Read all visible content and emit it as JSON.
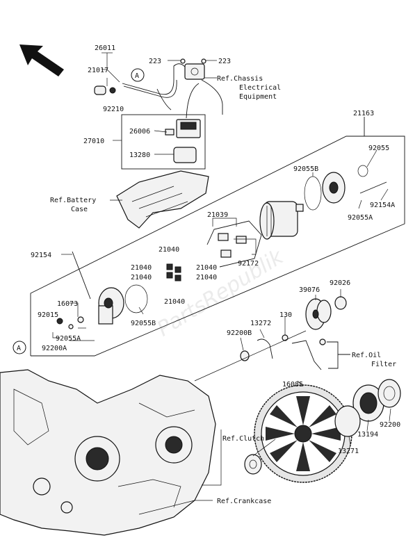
{
  "watermark": "PartsRepublik",
  "callouts": {
    "A_top": "A",
    "A_bottom": "A"
  },
  "labels": {
    "p26011": "26011",
    "p223a": "223",
    "p223b": "223",
    "p21017": "21017",
    "p92210": "92210",
    "ref_chassis_1": "Ref.Chassis",
    "ref_chassis_2": "Electrical",
    "ref_chassis_3": "Equipment",
    "p27010": "27010",
    "p26006": "26006",
    "p13280": "13280",
    "p21163": "21163",
    "p92055": "92055",
    "p92055B_top": "92055B",
    "p92154A": "92154A",
    "p92055A_right": "92055A",
    "ref_battery_1": "Ref.Battery",
    "ref_battery_2": "Case",
    "p21039": "21039",
    "p92154": "92154",
    "p21040_1": "21040",
    "p21040_2": "21040",
    "p21040_3": "21040",
    "p21040_4": "21040",
    "p21040_5": "21040",
    "p21040_6": "21040",
    "p92172": "92172",
    "p16073": "16073",
    "p92015": "92015",
    "p92055A_left": "92055A",
    "p92200A": "92200A",
    "p92055B_low": "92055B",
    "p39076": "39076",
    "p92026": "92026",
    "p13272": "13272",
    "p130": "130",
    "p92200B": "92200B",
    "ref_oil_1": "Ref.Oil",
    "ref_oil_2": "Filter",
    "p16085": "16085",
    "ref_clutch": "Ref.Clutch",
    "p92200": "92200",
    "p13194": "13194",
    "p13271": "13271",
    "ref_crankcase": "Ref.Crankcase"
  }
}
